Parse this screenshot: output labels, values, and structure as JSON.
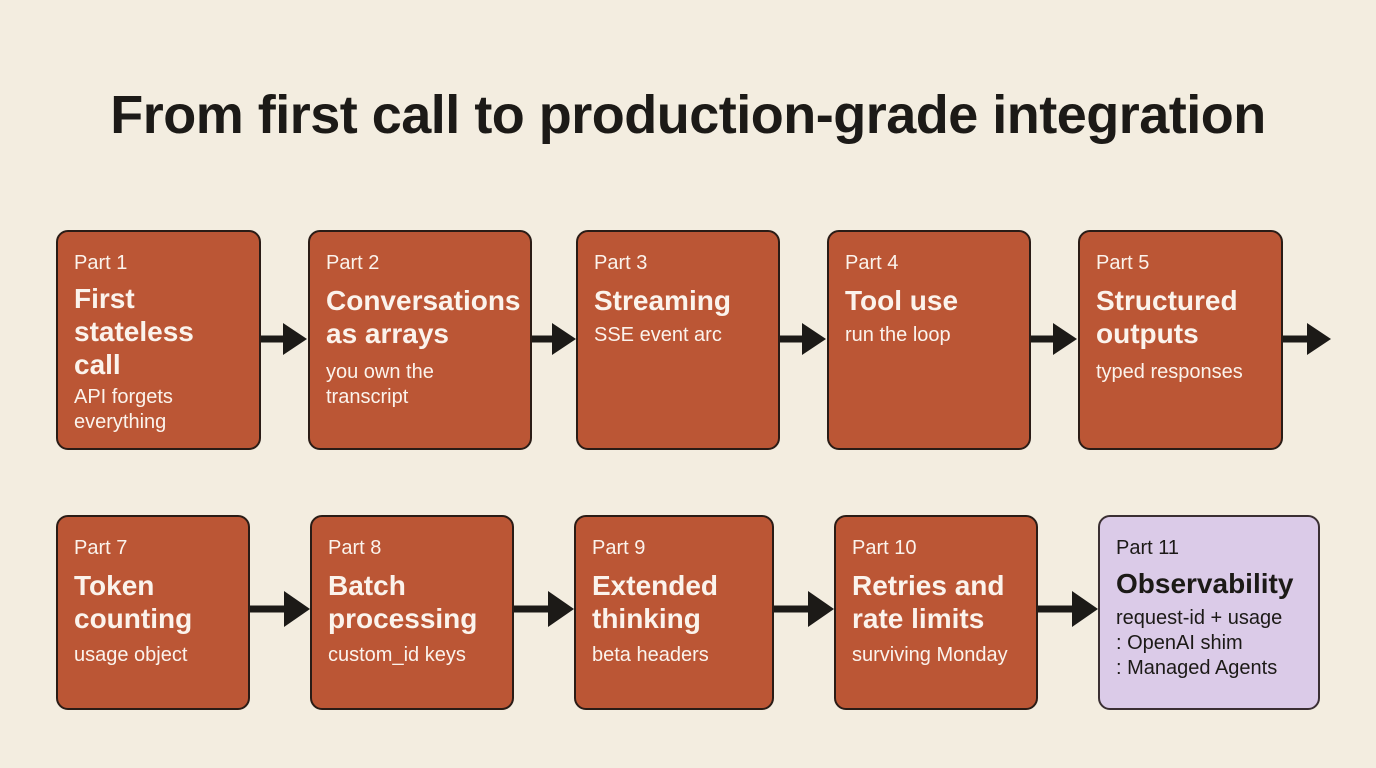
{
  "title": "From first call to production-grade integration",
  "parts": [
    {
      "part": "Part 1",
      "title": "First\nstateless\ncall",
      "subtitle": "API forgets\neverything"
    },
    {
      "part": "Part 2",
      "title": "Conversations\nas arrays",
      "subtitle": "you own the\ntranscript"
    },
    {
      "part": "Part 3",
      "title": "Streaming",
      "subtitle": "SSE event arc"
    },
    {
      "part": "Part 4",
      "title": "Tool use",
      "subtitle": "run the loop"
    },
    {
      "part": "Part 5",
      "title": "Structured\noutputs",
      "subtitle": "typed responses"
    },
    {
      "part": "Part 7",
      "title": "Token\ncounting",
      "subtitle": "usage object"
    },
    {
      "part": "Part 8",
      "title": "Batch\nprocessing",
      "subtitle": "custom_id keys"
    },
    {
      "part": "Part 9",
      "title": "Extended\nthinking",
      "subtitle": "beta headers"
    },
    {
      "part": "Part 10",
      "title": "Retries and\nrate limits",
      "subtitle": "surviving Monday"
    },
    {
      "part": "Part 11",
      "title": "Observability",
      "subtitle": "request-id + usage\n: OpenAI shim\n: Managed Agents"
    }
  ],
  "colors": {
    "background": "#f3ede0",
    "box_fill": "#bb5635",
    "highlight_fill": "#dbcbe8",
    "arrow": "#1c1a17"
  }
}
